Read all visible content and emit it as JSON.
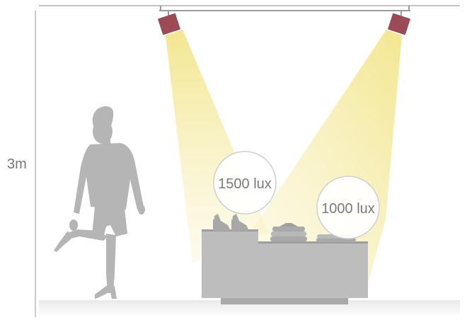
{
  "diagram": {
    "ceiling_height_label": "3m",
    "spotlights": [
      {
        "name": "left-spotlight",
        "color": "#9b4a56"
      },
      {
        "name": "right-spotlight",
        "color": "#9b4a56"
      }
    ],
    "illuminance_labels": [
      {
        "text": "1500 lux"
      },
      {
        "text": "1000 lux"
      }
    ],
    "colors": {
      "beam": "#f7ee9a",
      "spotlight": "#9b4a56",
      "figure": "#b5b5b5",
      "display_table": "#bdbdbd",
      "circle_stroke": "#cfcfcf",
      "line": "#bbbbbb"
    }
  }
}
